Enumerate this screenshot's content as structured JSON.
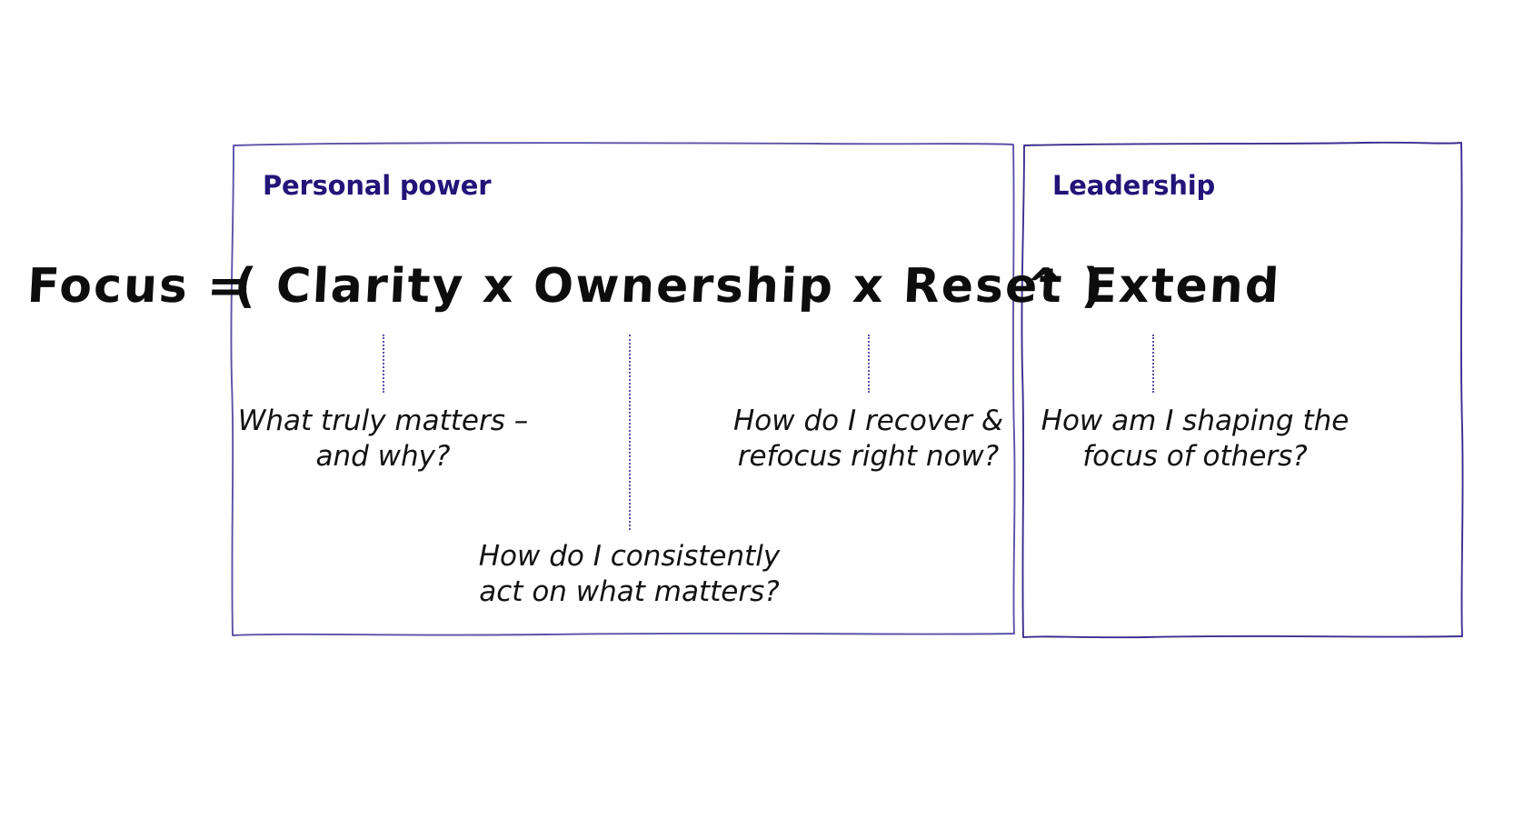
{
  "canvas": {
    "background": "#ffffff",
    "accent_outline": "#5b52a8",
    "heading_color": "#221478",
    "ink_color": "#0d0d0d"
  },
  "sections": [
    {
      "id": "personal-power",
      "label": "Personal power"
    },
    {
      "id": "leadership",
      "label": "Leadership"
    }
  ],
  "formula": {
    "lhs": "Focus =",
    "core": "( Clarity x Ownership x Reset )",
    "extend": "^ Extend",
    "full": "Focus = ( Clarity x Ownership x Reset ) ^ Extend",
    "terms": [
      "Clarity",
      "Ownership",
      "Reset",
      "Extend"
    ]
  },
  "captions": [
    {
      "id": "clarity",
      "term": "Clarity",
      "text": "What truly matters –\nand why?"
    },
    {
      "id": "ownership",
      "term": "Ownership",
      "text": "How do I consistently\nact on what matters?"
    },
    {
      "id": "reset",
      "term": "Reset",
      "text": "How do I recover &\nrefocus right now?"
    },
    {
      "id": "extend",
      "term": "Extend",
      "text": "How am I shaping the\nfocus of others?"
    }
  ]
}
